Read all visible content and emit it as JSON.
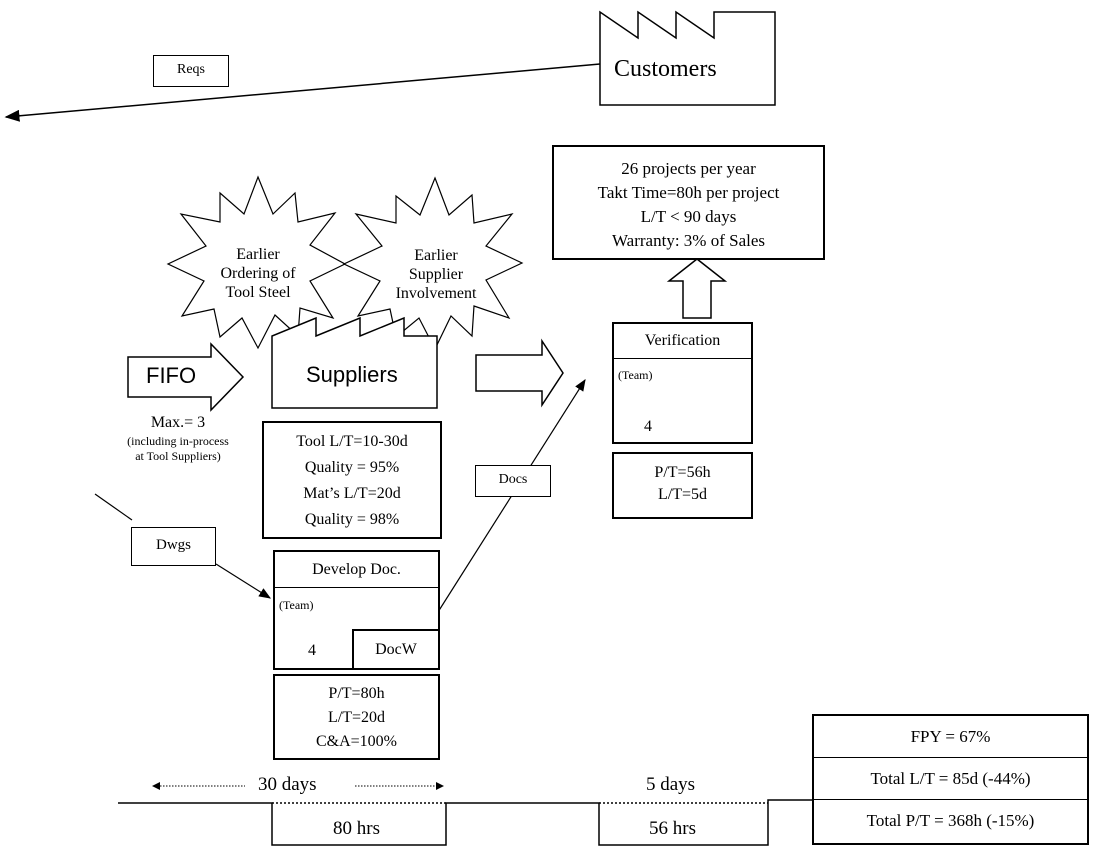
{
  "customer": {
    "label": "Customers",
    "reqs_label": "Reqs"
  },
  "customer_requirements": [
    "26 projects per year",
    "Takt Time=80h per project",
    "L/T < 90 days",
    "Warranty: 3% of Sales"
  ],
  "kaizen_bursts": [
    {
      "lines": [
        "Earlier",
        "Ordering of",
        "Tool Steel"
      ]
    },
    {
      "lines": [
        "Earlier",
        "Supplier",
        "Involvement"
      ]
    }
  ],
  "fifo": {
    "label": "FIFO",
    "max_label": "Max.= 3",
    "note_lines": [
      "(including in-process",
      "at Tool Suppliers)"
    ]
  },
  "suppliers": {
    "label": "Suppliers",
    "data_lines": [
      "Tool L/T=10-30d",
      "Quality = 95%",
      "Mat’s L/T=20d",
      "Quality = 98%"
    ]
  },
  "verification": {
    "title": "Verification",
    "team": "(Team)",
    "operators": "4",
    "data_lines": [
      "P/T=56h",
      "L/T=5d"
    ]
  },
  "develop_doc": {
    "title": "Develop Doc.",
    "team": "(Team)",
    "operators": "4",
    "tool_label": "DocW",
    "data_lines": [
      "P/T=80h",
      "L/T=20d",
      "C&A=100%"
    ]
  },
  "flows": {
    "docs_label": "Docs",
    "dwgs_label": "Dwgs"
  },
  "timeline": {
    "segment1_days": "30 days",
    "segment1_hours": "80 hrs",
    "segment2_days": "5 days",
    "segment2_hours": "56 hrs"
  },
  "summary": {
    "fpy": "FPY = 67%",
    "total_lt": "Total L/T = 85d (-44%)",
    "total_pt": "Total P/T = 368h (-15%)"
  }
}
